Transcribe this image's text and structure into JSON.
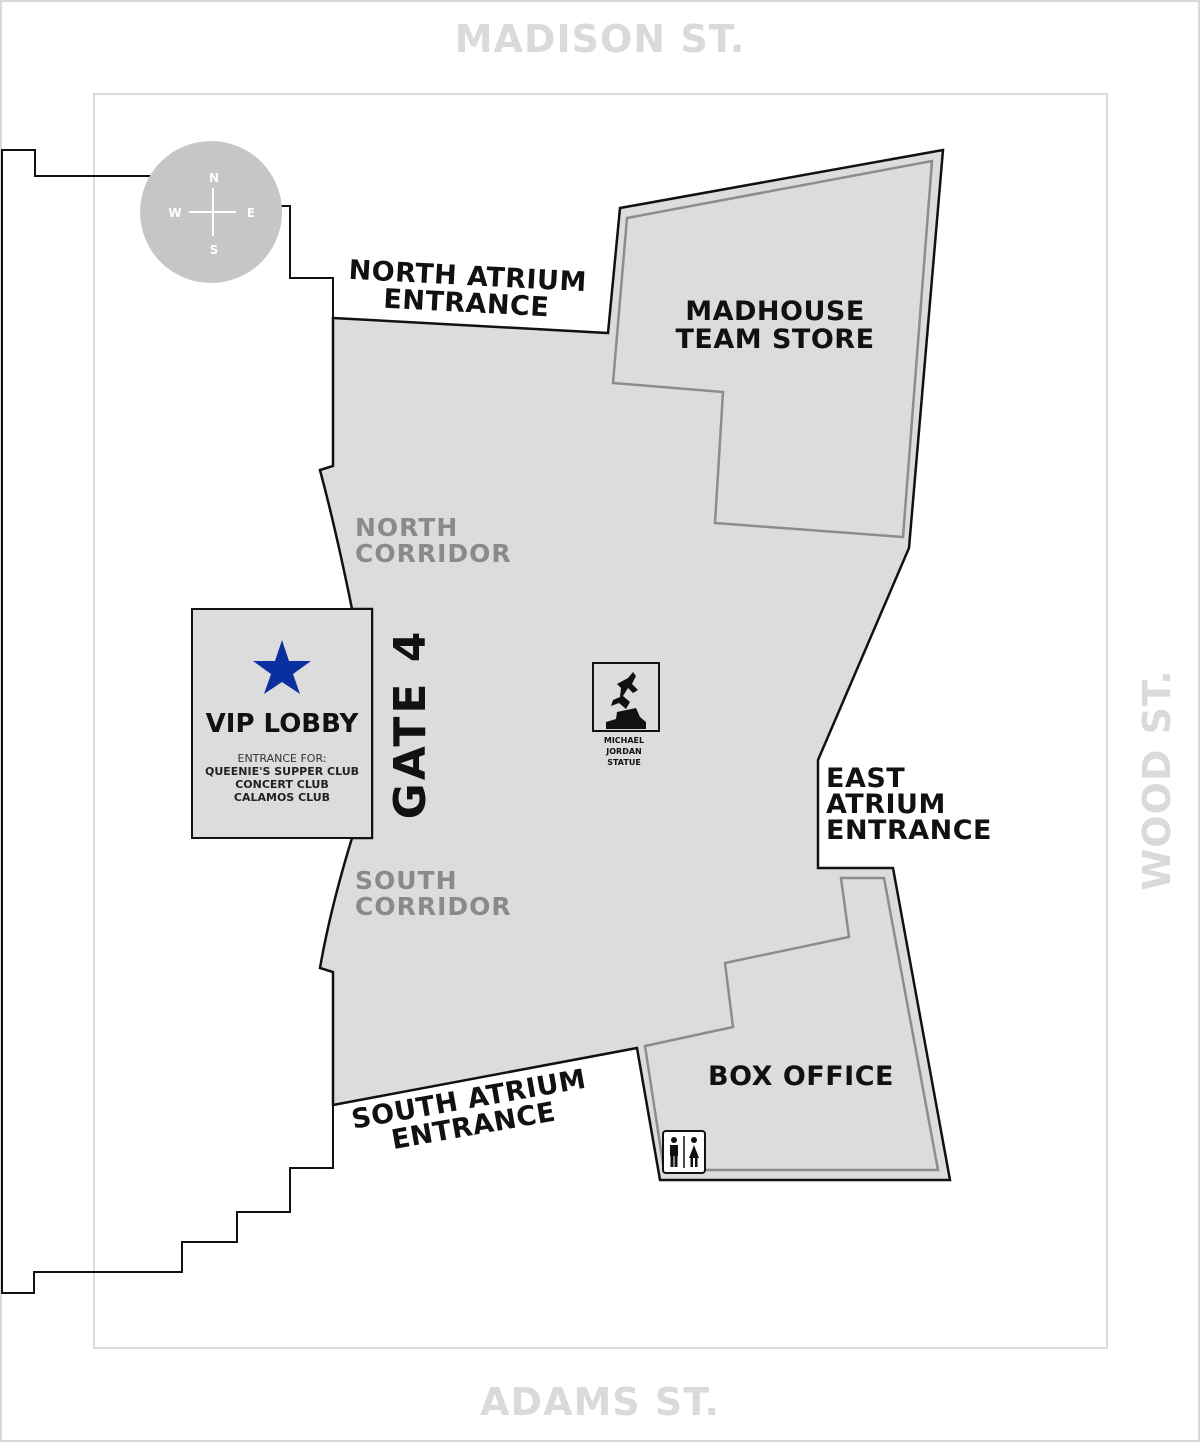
{
  "streets": {
    "north": "MADISON ST.",
    "south": "ADAMS ST.",
    "east": "WOOD ST."
  },
  "compass": {
    "n": "N",
    "s": "S",
    "e": "E",
    "w": "W",
    "icon": "compass-icon"
  },
  "entrances": {
    "north": [
      "NORTH ATRIUM",
      "ENTRANCE"
    ],
    "south": [
      "SOUTH ATRIUM",
      "ENTRANCE"
    ],
    "east": [
      "EAST",
      "ATRIUM",
      "ENTRANCE"
    ]
  },
  "areas": {
    "team_store": [
      "MADHOUSE",
      "TEAM STORE"
    ],
    "box_office": "BOX OFFICE",
    "north_corridor": [
      "NORTH",
      "CORRIDOR"
    ],
    "south_corridor": [
      "SOUTH",
      "CORRIDOR"
    ],
    "gate": "GATE 4"
  },
  "vip": {
    "title": "VIP LOBBY",
    "entrance_for": "ENTRANCE FOR:",
    "clubs": [
      "QUEENIE'S SUPPER CLUB",
      "CONCERT CLUB",
      "CALAMOS CLUB"
    ],
    "star_color": "#0a2f9e",
    "icon": "star-icon"
  },
  "statue": {
    "lines": [
      "MICHAEL",
      "JORDAN",
      "STATUE"
    ],
    "icon": "statue-icon"
  },
  "restroom": {
    "icon": "restroom-icon"
  },
  "colors": {
    "floor_fill": "#dcdcdc",
    "outline": "#111111",
    "inner_outline": "#8c8c8c",
    "street_text": "#dadada",
    "compass_fill": "#c6c6c6",
    "accent_star": "#0a2f9e"
  }
}
